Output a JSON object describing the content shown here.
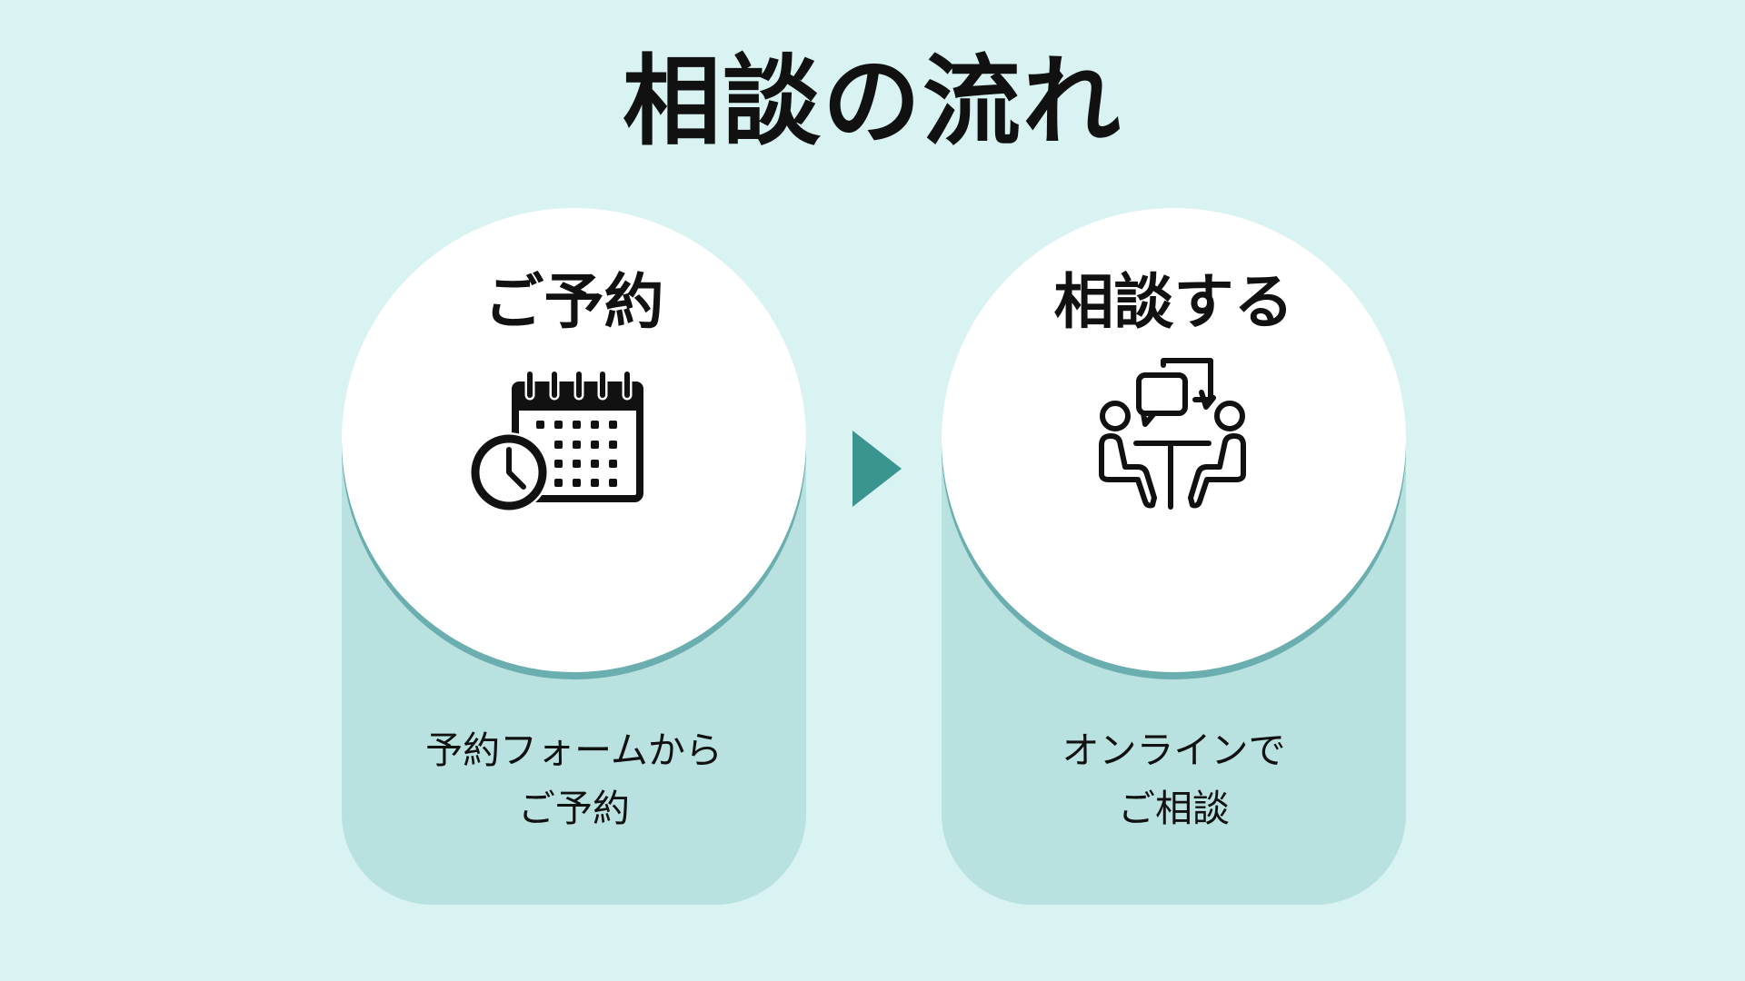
{
  "title": "相談の流れ",
  "steps": [
    {
      "label": "ご予約",
      "desc_line1": "予約フォームから",
      "desc_line2": "ご予約",
      "icon": "calendar-clock-icon"
    },
    {
      "label": "相談する",
      "desc_line1": "オンラインで",
      "desc_line2": "ご相談",
      "icon": "meeting-icon"
    }
  ],
  "colors": {
    "background": "#d9f3f2",
    "card": "#b9e1e0",
    "ring": "#6aaeb0",
    "arrow": "#3a9490"
  }
}
